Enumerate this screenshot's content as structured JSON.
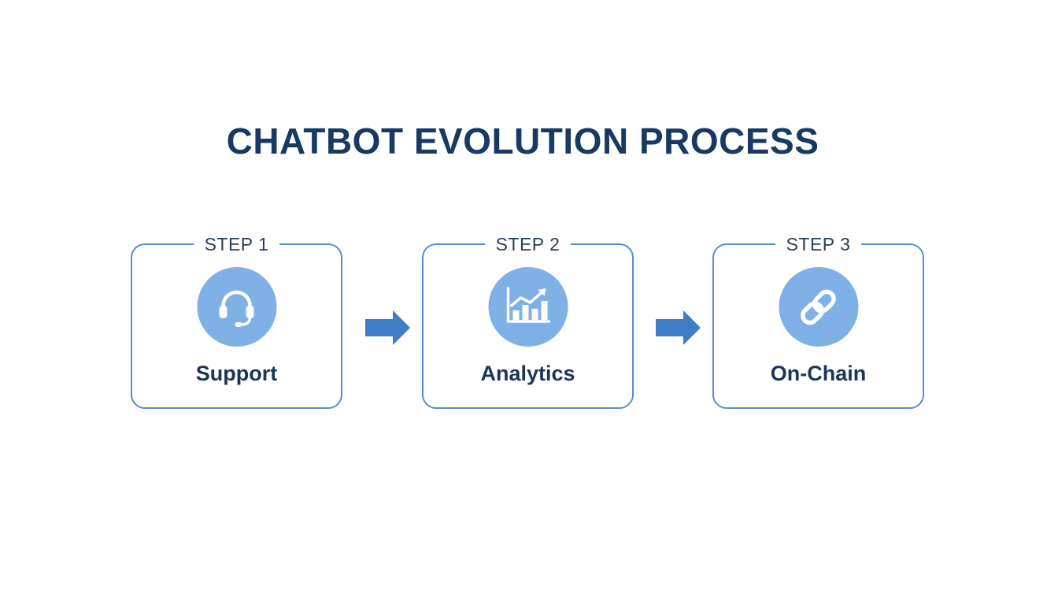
{
  "title": "CHATBOT EVOLUTION PROCESS",
  "colors": {
    "title": "#173a63",
    "box_border": "#5a8ccd",
    "icon_fill": "#7fb0e6",
    "arrow": "#3f7cc6",
    "step_name": "#1b3556"
  },
  "steps": [
    {
      "label": "STEP 1",
      "name": "Support",
      "icon": "headset-icon"
    },
    {
      "label": "STEP 2",
      "name": "Analytics",
      "icon": "bar-chart-icon"
    },
    {
      "label": "STEP 3",
      "name": "On-Chain",
      "icon": "chain-link-icon"
    }
  ]
}
